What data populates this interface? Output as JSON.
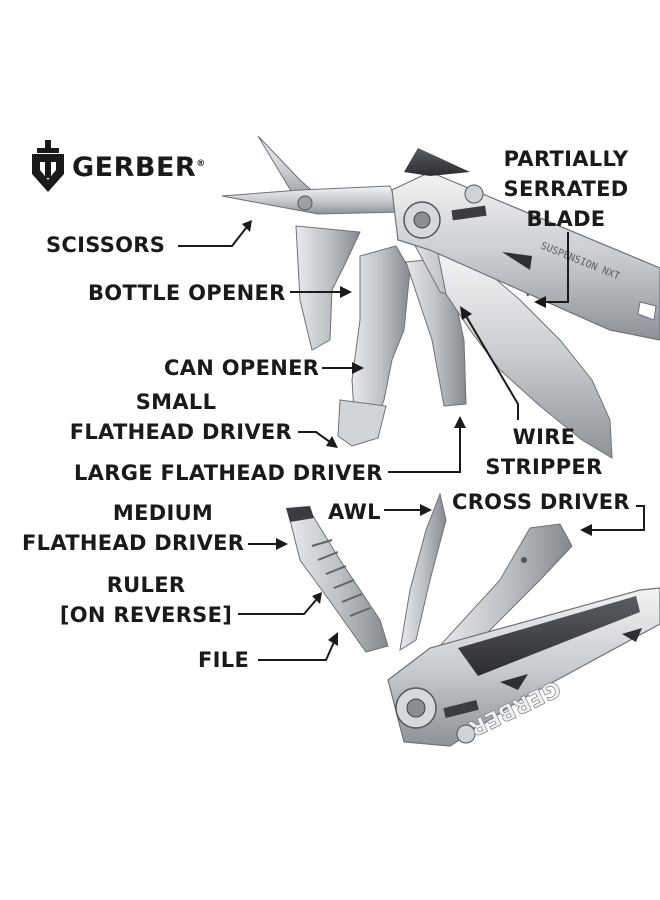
{
  "brand": {
    "logo_text": "GERBER",
    "registered_mark": "®"
  },
  "tool_engravings": {
    "upper_handle": "SUSPENSION NXT",
    "lower_handle": "GERBER"
  },
  "colors": {
    "steel_light": "#e4e6e8",
    "steel_mid": "#b9bcc0",
    "steel_dark": "#7d8187",
    "ink": "#1a1a1a"
  },
  "labels": {
    "partially_serrated_blade": [
      "PARTIALLY",
      "SERRATED",
      "BLADE"
    ],
    "scissors": "SCISSORS",
    "bottle_opener": "BOTTLE OPENER",
    "can_opener": "CAN OPENER",
    "small_flathead_driver": [
      "SMALL",
      "FLATHEAD DRIVER"
    ],
    "wire_stripper": [
      "WIRE",
      "STRIPPER"
    ],
    "large_flathead_driver": "LARGE FLATHEAD DRIVER",
    "awl": "AWL",
    "cross_driver": "CROSS DRIVER",
    "medium_flathead_driver": [
      "MEDIUM",
      "FLATHEAD DRIVER"
    ],
    "ruler": [
      "RULER",
      "[ON REVERSE]"
    ],
    "file": "FILE"
  }
}
